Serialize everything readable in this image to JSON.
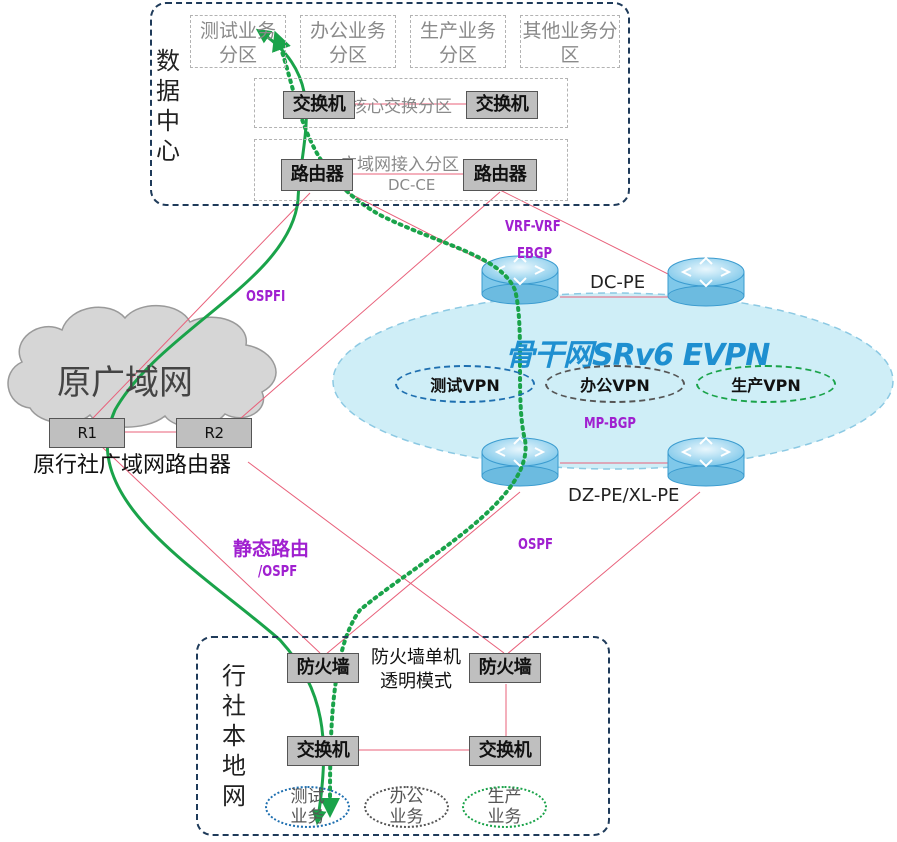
{
  "data_center": {
    "title": "数据中心",
    "business_zones": [
      "测试业务分区",
      "办公业务分区",
      "生产业务分区",
      "其他业务分区"
    ],
    "core": {
      "label": "核心交换分区",
      "switch_left": "交换机",
      "switch_right": "交换机"
    },
    "wan_access": {
      "label": "广域网接入分区",
      "router_left": "路由器",
      "router_right": "路由器"
    },
    "dc_ce": "DC-CE"
  },
  "links": {
    "vrf": "VRF-VRF",
    "ebgp": "EBGP",
    "ospfi": "OSPFI",
    "static_route": "静态路由",
    "static_ospf": "/OSPF",
    "ospf": "OSPF"
  },
  "backbone": {
    "title": "骨干网SRv6 EVPN",
    "dc_pe": "DC-PE",
    "dz_pe": "DZ-PE/XL-PE",
    "mp_bgp": "MP-BGP",
    "vpns": [
      {
        "label": "测试VPN",
        "color": "#1e6fb0"
      },
      {
        "label": "办公VPN",
        "color": "#555555"
      },
      {
        "label": "生产VPN",
        "color": "#1aa34a"
      }
    ],
    "fill_color": "#cfeef7"
  },
  "legacy_wan": {
    "cloud_label": "原广域网",
    "r1": "R1",
    "r2": "R2",
    "routers_label": "原行社广域网路由器"
  },
  "branch": {
    "title": "行社本地网",
    "firewall_left": "防火墙",
    "firewall_right": "防火墙",
    "firewall_mode": "防火墙单机透明模式",
    "switch_left": "交换机",
    "switch_right": "交换机",
    "services": [
      {
        "label": "测试业务",
        "color": "#1e6fb0"
      },
      {
        "label": "办公业务",
        "color": "#555555"
      },
      {
        "label": "生产业务",
        "color": "#1aa34a"
      }
    ]
  },
  "colors": {
    "link": "#e8607a",
    "path_solid": "#1aa34a",
    "path_dotted": "#1aa34a",
    "zone_border": "#1f3b5a"
  }
}
